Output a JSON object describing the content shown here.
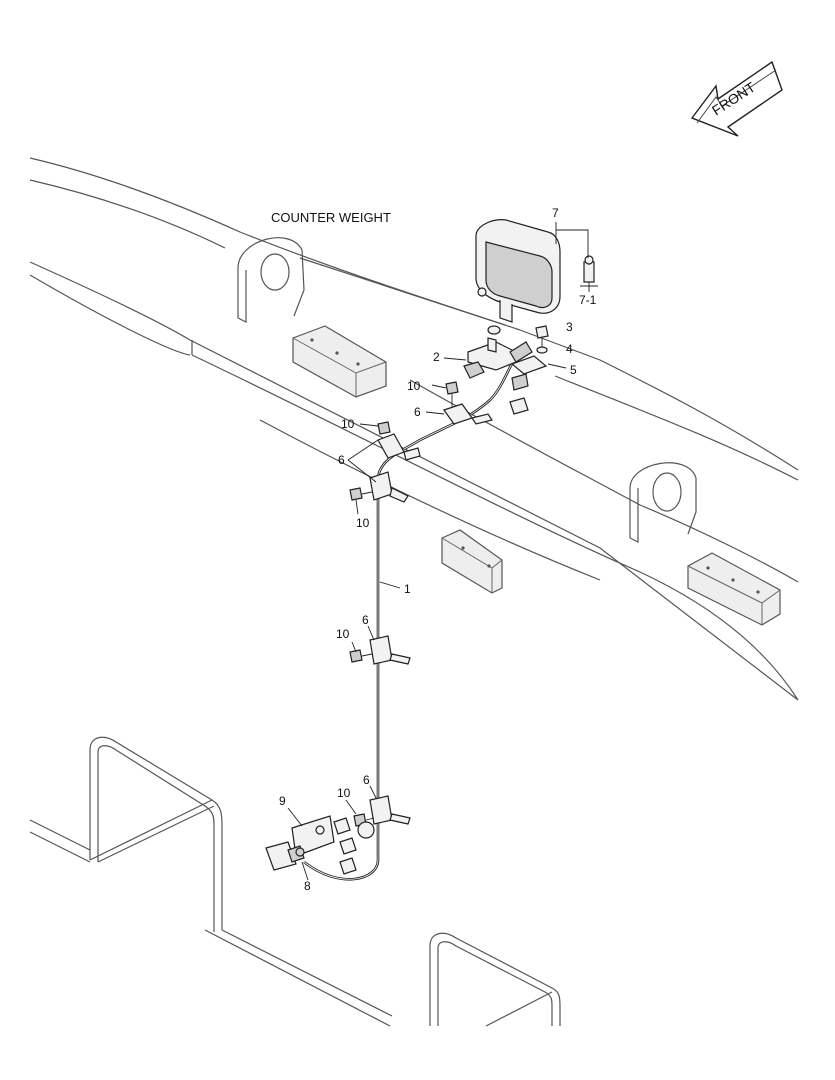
{
  "direction_arrow": {
    "label": "FRONT",
    "icon": "front-direction-arrow-icon"
  },
  "area_label": "COUNTER WEIGHT",
  "callouts": {
    "c1": "1",
    "c2": "2",
    "c3": "3",
    "c4": "4",
    "c5": "5",
    "c6a": "6",
    "c6b": "6",
    "c6c": "6",
    "c6d": "6",
    "c7": "7",
    "c7_1": "7-1",
    "c8": "8",
    "c9": "9",
    "c10a": "10",
    "c10b": "10",
    "c10c": "10",
    "c10d": "10",
    "c10e": "10"
  }
}
